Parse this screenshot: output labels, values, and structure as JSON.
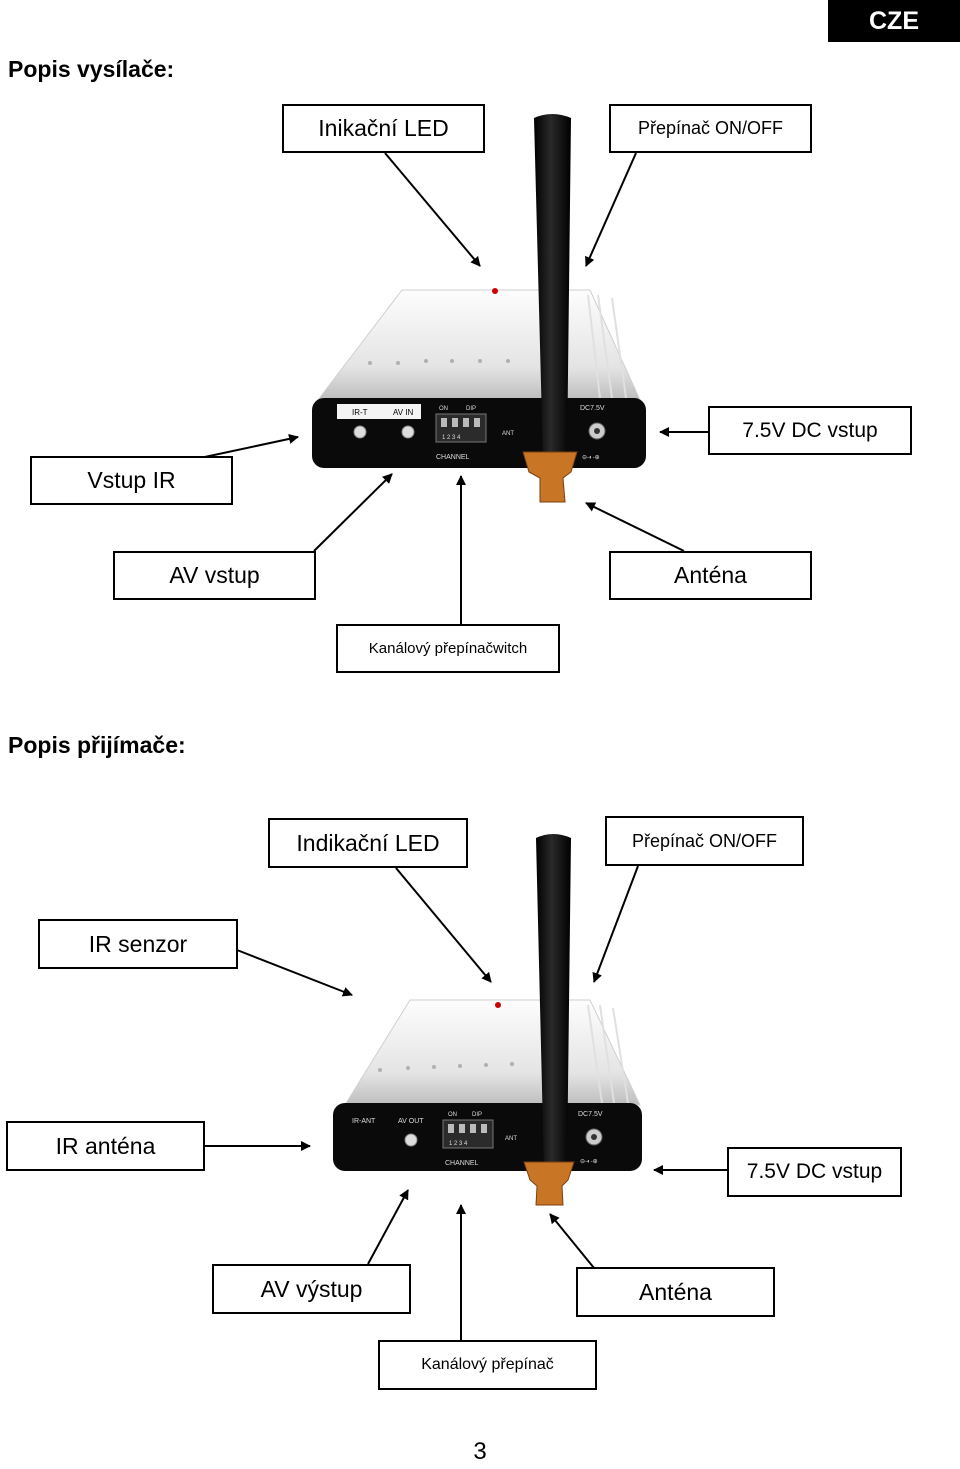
{
  "badge": "CZE",
  "transmitter": {
    "title": "Popis vysílače:",
    "labels": {
      "led": "Inikační LED",
      "power_switch": "Přepínač ON/OFF",
      "dc_input": "7.5V DC vstup",
      "ir_input": "Vstup IR",
      "av_input": "AV vstup",
      "antenna": "Anténa",
      "channel_switch": "Kanálový přepínačwitch"
    },
    "panel": {
      "ir_t": "IR-T",
      "av_in": "AV IN",
      "on": "ON",
      "dip": "DIP",
      "dip_numbers": "1 2 3 4",
      "ant": "ANT",
      "channel": "CHANNEL",
      "dc": "DC7.5V"
    }
  },
  "receiver": {
    "title": "Popis přijímače:",
    "labels": {
      "led": "Indikační LED",
      "power_switch": "Přepínač ON/OFF",
      "ir_sensor": "IR senzor",
      "ir_antenna": "IR anténa",
      "dc_input": "7.5V DC vstup",
      "av_output": "AV výstup",
      "antenna": "Anténa",
      "channel_switch": "Kanálový přepínač"
    },
    "panel": {
      "ir_ant": "IR-ANT",
      "av_out": "AV OUT",
      "on": "ON",
      "dip": "DIP",
      "dip_numbers": "1 2 3 4",
      "ant": "ANT",
      "channel": "CHANNEL",
      "dc": "DC7.5V"
    }
  },
  "page_number": "3"
}
